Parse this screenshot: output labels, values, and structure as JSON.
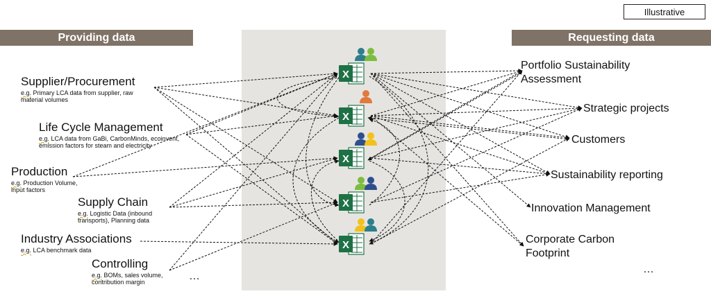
{
  "badge": "Illustrative",
  "headers": {
    "providing": "Providing data",
    "requesting": "Requesting data"
  },
  "sources": [
    {
      "title": "Supplier/Procurement",
      "desc_prefix": "e.g.",
      "desc": " Primary LCA data from supplier, raw\nmaterial volumes"
    },
    {
      "title": "Life Cycle Management",
      "desc_prefix": "e.g.",
      "desc": " LCA data from GaBi, CarbonMinds, ecoinvent,\nemission factors for steam and electricity"
    },
    {
      "title": "Production",
      "desc_prefix": "e.g.",
      "desc": " Production Volume,\ninput factors"
    },
    {
      "title": "Supply Chain",
      "desc_prefix": "e.g.",
      "desc": " Logistic Data (inbound\ntransports), Planning data"
    },
    {
      "title": "Industry Associations",
      "desc_prefix": "e.g.",
      "desc": " LCA benchmark data"
    },
    {
      "title": "Controlling",
      "desc_prefix": "e.g.",
      "desc": " BOMs, sales volume,\ncontribution margin"
    }
  ],
  "requests": [
    "Portfolio Sustainability\nAssessment",
    "Strategic projects",
    "Customers",
    "Sustainability reporting",
    "Innovation Management",
    "Corporate Carbon\nFootprint"
  ],
  "ellipsis_left": "…",
  "ellipsis_right": "…",
  "colors": {
    "header_bg": "#7f7266",
    "center_bg": "#e6e4e1",
    "excel_green": "#1e7145",
    "person_teal": "#2e7f8c",
    "person_green": "#7cbd3f",
    "person_orange": "#e07a3f",
    "person_blue": "#2d4f8e",
    "person_yellow": "#f2c21b"
  },
  "icons": [
    "excel-icon",
    "users-icon"
  ]
}
